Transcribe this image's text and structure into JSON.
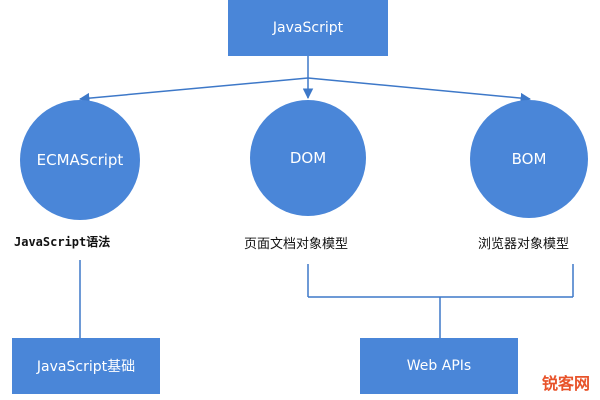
{
  "nodes": {
    "root": "JavaScript",
    "ecmascript": "ECMAScript",
    "dom": "DOM",
    "bom": "BOM",
    "js_basics": "JavaScript基础",
    "web_apis": "Web APIs"
  },
  "captions": {
    "ecmascript": "JavaScript语法",
    "dom": "页面文档对象模型",
    "bom": "浏览器对象模型"
  },
  "watermark": "锐客网",
  "colors": {
    "node_fill": "#4a86d8",
    "connector": "#3d78c8",
    "watermark": "#e8532a"
  }
}
